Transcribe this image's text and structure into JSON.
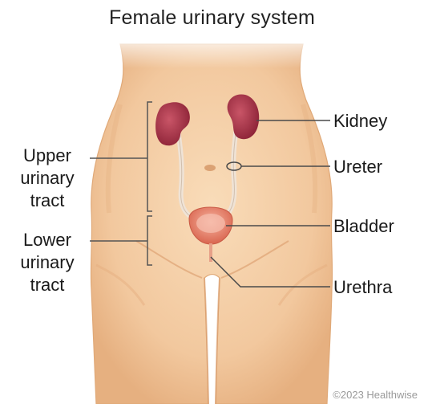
{
  "title": "Female urinary system",
  "labels": {
    "kidney": "Kidney",
    "ureter": "Ureter",
    "bladder": "Bladder",
    "urethra": "Urethra",
    "upper_tract": [
      "Upper",
      "urinary",
      "tract"
    ],
    "lower_tract": [
      "Lower",
      "urinary",
      "tract"
    ]
  },
  "copyright": "©2023 Healthwise",
  "colors": {
    "skin": "#f4cfa6",
    "skin_shade": "#e2ac7c",
    "kidney": "#a8344a",
    "bladder": "#e98a76",
    "ureter": "#e8d8c8",
    "leader_line": "#4a4a4a"
  }
}
